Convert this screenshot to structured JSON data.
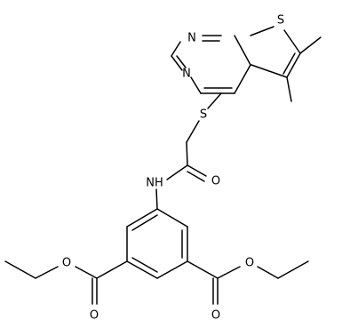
{
  "molecule": {
    "atoms": {
      "s_thiophene": "S",
      "n_pyr1": "N",
      "n_pyr3": "N",
      "s_thioether": "S",
      "nh": "NH",
      "o_amide": "O",
      "o_ester_left_carbonyl": "O",
      "o_ester_left_ether": "O",
      "o_ester_right_carbonyl": "O",
      "o_ester_right_ether": "O"
    }
  },
  "colors": {
    "bond": "#000000",
    "label": "#000000",
    "background": "#ffffff"
  }
}
